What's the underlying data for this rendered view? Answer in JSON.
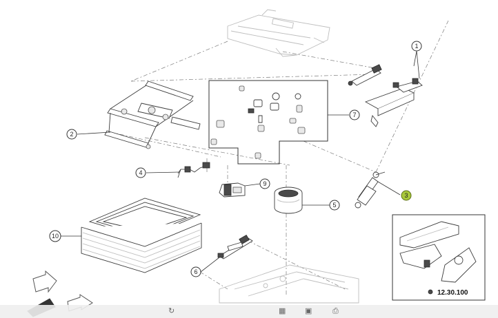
{
  "diagram": {
    "callouts": [
      {
        "id": "1",
        "label": "1"
      },
      {
        "id": "2",
        "label": "2"
      },
      {
        "id": "3",
        "label": "3",
        "highlighted": true
      },
      {
        "id": "4",
        "label": "4"
      },
      {
        "id": "5",
        "label": "5"
      },
      {
        "id": "6",
        "label": "6"
      },
      {
        "id": "7",
        "label": "7"
      },
      {
        "id": "9",
        "label": "9"
      },
      {
        "id": "10",
        "label": "10"
      }
    ],
    "highlight_color": "#a8c83a",
    "detail_reference": "12.30.100"
  },
  "toolbar": {
    "icons": [
      "rotate-icon",
      "grid-icon",
      "fit-icon",
      "print-icon"
    ]
  }
}
